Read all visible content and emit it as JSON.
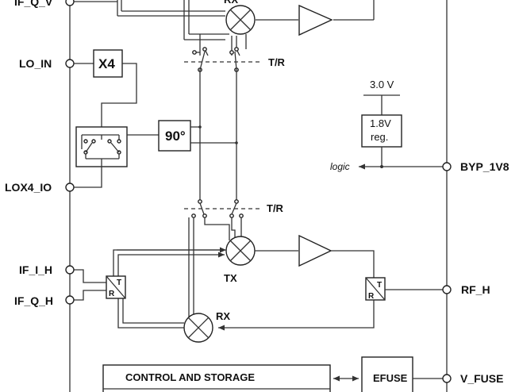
{
  "pins": {
    "if_q_v": "IF_Q_V",
    "lo_in": "LO_IN",
    "lox4_io": "LOX4_IO",
    "if_i_h": "IF_I_H",
    "if_q_h": "IF_Q_H",
    "byp_1v8": "BYP_1V8",
    "rf_h": "RF_H",
    "v_fuse": "V_FUSE"
  },
  "blocks": {
    "multiplier": "X4",
    "phase_shift": "90°",
    "supply": "3.0 V",
    "regulator_line1": "1.8V",
    "regulator_line2": "reg.",
    "logic": "logic",
    "control": "CONTROL AND STORAGE",
    "efuse": "EFUSE"
  },
  "labels": {
    "tr_upper": "T/R",
    "tr_lower": "T/R",
    "tx": "TX",
    "rx": "RX",
    "rx_top": "RX",
    "switch_t": "T",
    "switch_r": "R"
  }
}
